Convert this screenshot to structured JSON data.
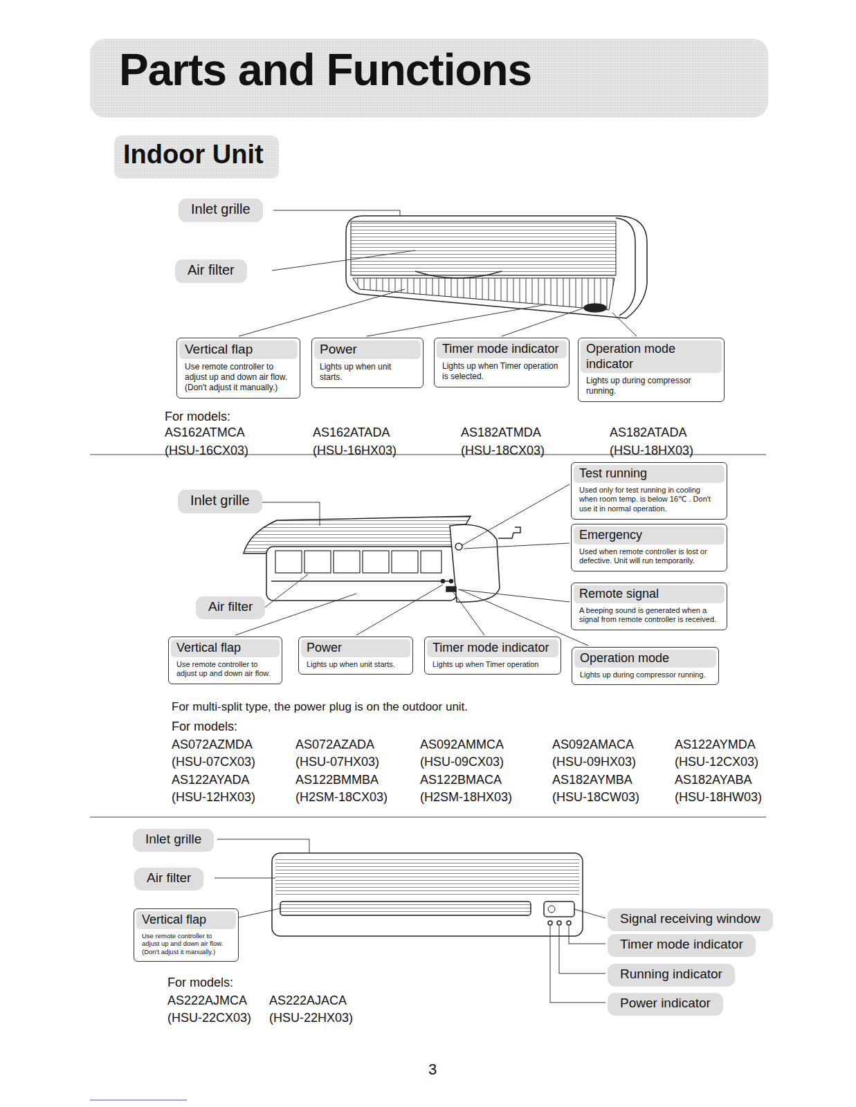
{
  "diagram": {
    "title": "Parts and Functions",
    "nodes": [
      {
        "text": [
          "Inlet grille"
        ]
      },
      {
        "text": [
          "Air filter"
        ]
      },
      {
        "text": [
          "Vertical flap",
          "Use remote controller to adjust up and down air flow. (Don't adjust it manually.)"
        ]
      },
      {
        "text": [
          "Power",
          "Lights up when unit starts."
        ]
      },
      {
        "text": [
          "Timer mode indicator",
          "Lights up when Timer operation is selected."
        ]
      },
      {
        "text": [
          "Operation mode indicator",
          "Lights up during compressor running."
        ]
      },
      {
        "text": [
          "Inlet grille"
        ]
      },
      {
        "text": [
          "Test running",
          "Used only for test running in cooling when room temp. is below 16℃ . Don't use it in normal operation."
        ]
      },
      {
        "text": [
          "Emergency",
          "Used when remote controller is lost or defective. Unit will run temporarily."
        ]
      },
      {
        "text": [
          "Remote signal",
          "A beeping sound is generated when a signal from remote controller is received."
        ]
      },
      {
        "text": [
          "Air filter"
        ]
      },
      {
        "text": [
          "Vertical flap",
          "Use remote controller to adjust up and down air flow."
        ]
      },
      {
        "text": [
          "Power",
          "Lights up when unit starts."
        ]
      },
      {
        "text": [
          "Timer mode indicator",
          "Lights up when Timer operation"
        ]
      },
      {
        "text": [
          "Operation mode",
          "Lights up during compressor running."
        ]
      },
      {
        "text": [
          "Inlet grille"
        ]
      },
      {
        "text": [
          "Air filter"
        ]
      },
      {
        "text": [
          "Vertical flap",
          "Use remote controller to adjust up and down air flow. (Don't adjust it manually.)"
        ]
      },
      {
        "text": [
          "Signal receiving window"
        ]
      },
      {
        "text": [
          "Timer mode indicator"
        ]
      },
      {
        "text": [
          "Running indicator"
        ]
      },
      {
        "text": [
          "Power indicator"
        ]
      }
    ],
    "labels": [
      "Indoor Unit",
      "For models:",
      "AS162ATMCA",
      "AS162ATADA",
      "AS182ATMDA",
      "AS182ATADA",
      "(HSU-16CX03)",
      "(HSU-16HX03)",
      "(HSU-18CX03)",
      "(HSU-18HX03)",
      "For multi-split type, the power plug is on the outdoor unit.",
      "For models:",
      "AS072AZMDA",
      "AS072AZADA",
      "AS092AMMCA",
      "AS092AMACA",
      "AS122AYMDA",
      "(HSU-07CX03)",
      "(HSU-07HX03)",
      "(HSU-09CX03)",
      "(HSU-09HX03)",
      "(HSU-12CX03)",
      "AS122AYADA",
      "AS122BMMBA",
      "AS122BMACA",
      "AS182AYMBA",
      "AS182AYABA",
      "(HSU-12HX03)",
      "(H2SM-18CX03)",
      "(H2SM-18HX03)",
      "(HSU-18CW03)",
      "(HSU-18HW03)",
      "For models:",
      "AS222AJMCA",
      "AS222AJACA",
      "(HSU-22CX03)",
      "(HSU-22HX03)",
      "3"
    ]
  }
}
